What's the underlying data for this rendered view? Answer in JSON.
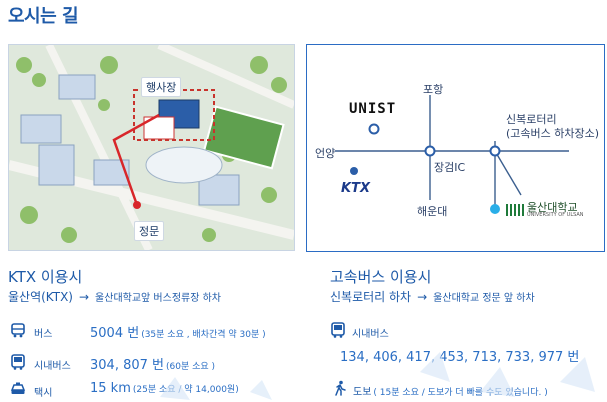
{
  "page_title": "오시는 길",
  "campus_map": {
    "label_admin": "행사장",
    "label_gate": "정문"
  },
  "route_map": {
    "nodes": {
      "pohang": "포항",
      "eonyang": "언양",
      "janggeom_ic": "장검IC",
      "haeundae": "해운대",
      "sinbok_rotary": "신복로터리",
      "sinbok_rotary_sub": "(고속버스 하차장소)"
    },
    "logos": {
      "unist": "UNIST",
      "ktx": "KTX",
      "ulsan_univ": "울산대학교",
      "ulsan_univ_en": "UNIVERSITY OF ULSAN"
    },
    "colors": {
      "line": "#3b5f8f",
      "node": "#2b5ea8",
      "dest": "#29aee8"
    }
  },
  "ktx": {
    "heading": "KTX 이용시",
    "origin": "울산역(KTX)",
    "arrow": "→",
    "destination": "울산대학교앞 버스정류장 하차",
    "rows": [
      {
        "icon": "bus-icon",
        "label": "버스",
        "value": "5004 번",
        "note": "(35분 소요 , 배차간격 약 30분 )"
      },
      {
        "icon": "city-bus-icon",
        "label": "시내버스",
        "value": "304, 807 번",
        "note": "(60분 소요 )"
      },
      {
        "icon": "taxi-icon",
        "label": "택시",
        "value": "15 km",
        "note": "(25분 소요 / 약 14,000원)"
      }
    ]
  },
  "express_bus": {
    "heading": "고속버스 이용시",
    "origin": "신복로터리 하차",
    "arrow": "→",
    "destination": "울산대학교 정문 앞 하차",
    "city_bus_label": "시내버스",
    "city_bus_numbers": "134, 406, 417, 453, 713, 733, 977 번",
    "walk_label": "도보",
    "walk_note": "( 15분 소요 / 도보가 더 빠를 수도 있습니다. )"
  }
}
